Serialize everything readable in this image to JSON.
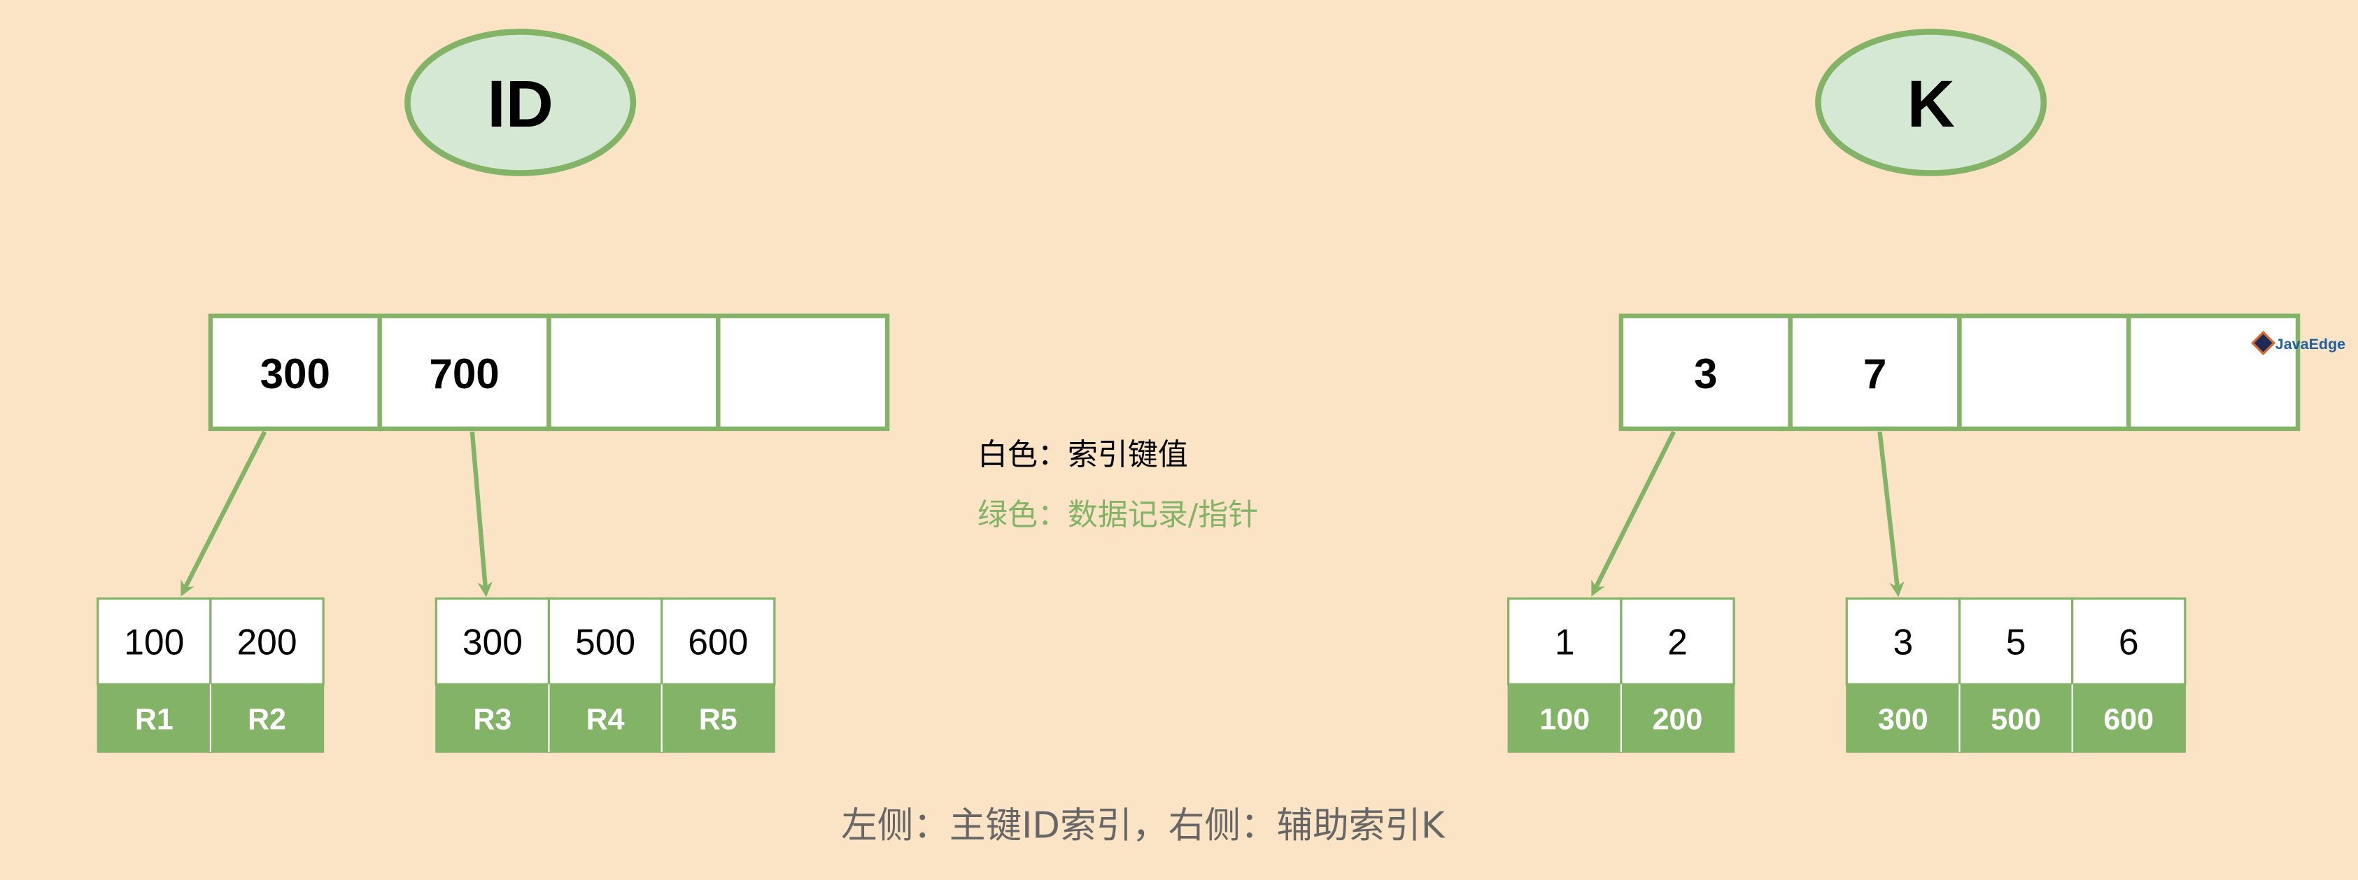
{
  "colors": {
    "background": "#fbe4c6",
    "green": "#82b366",
    "ellipse_fill": "#d5e8d4",
    "text": "#000000",
    "caption": "#666666",
    "logo": "#1f5f9e"
  },
  "indexes": [
    {
      "name": "ID",
      "root_keys": [
        "300",
        "700",
        "",
        ""
      ],
      "leaves": [
        {
          "keys": [
            "100",
            "200"
          ],
          "values": [
            "R1",
            "R2"
          ]
        },
        {
          "keys": [
            "300",
            "500",
            "600"
          ],
          "values": [
            "R3",
            "R4",
            "R5"
          ]
        }
      ]
    },
    {
      "name": "K",
      "root_keys": [
        "3",
        "7",
        "",
        ""
      ],
      "leaves": [
        {
          "keys": [
            "1",
            "2"
          ],
          "values": [
            "100",
            "200"
          ]
        },
        {
          "keys": [
            "3",
            "5",
            "6"
          ],
          "values": [
            "300",
            "500",
            "600"
          ]
        }
      ]
    }
  ],
  "legend": {
    "white_label": "白色：索引键值",
    "green_label": "绿色：数据记录/指针"
  },
  "caption": "左侧：主键ID索引，右侧：辅助索引K",
  "logo": {
    "text": "JavaEdge",
    "icon": "javaedge-logo-icon"
  }
}
